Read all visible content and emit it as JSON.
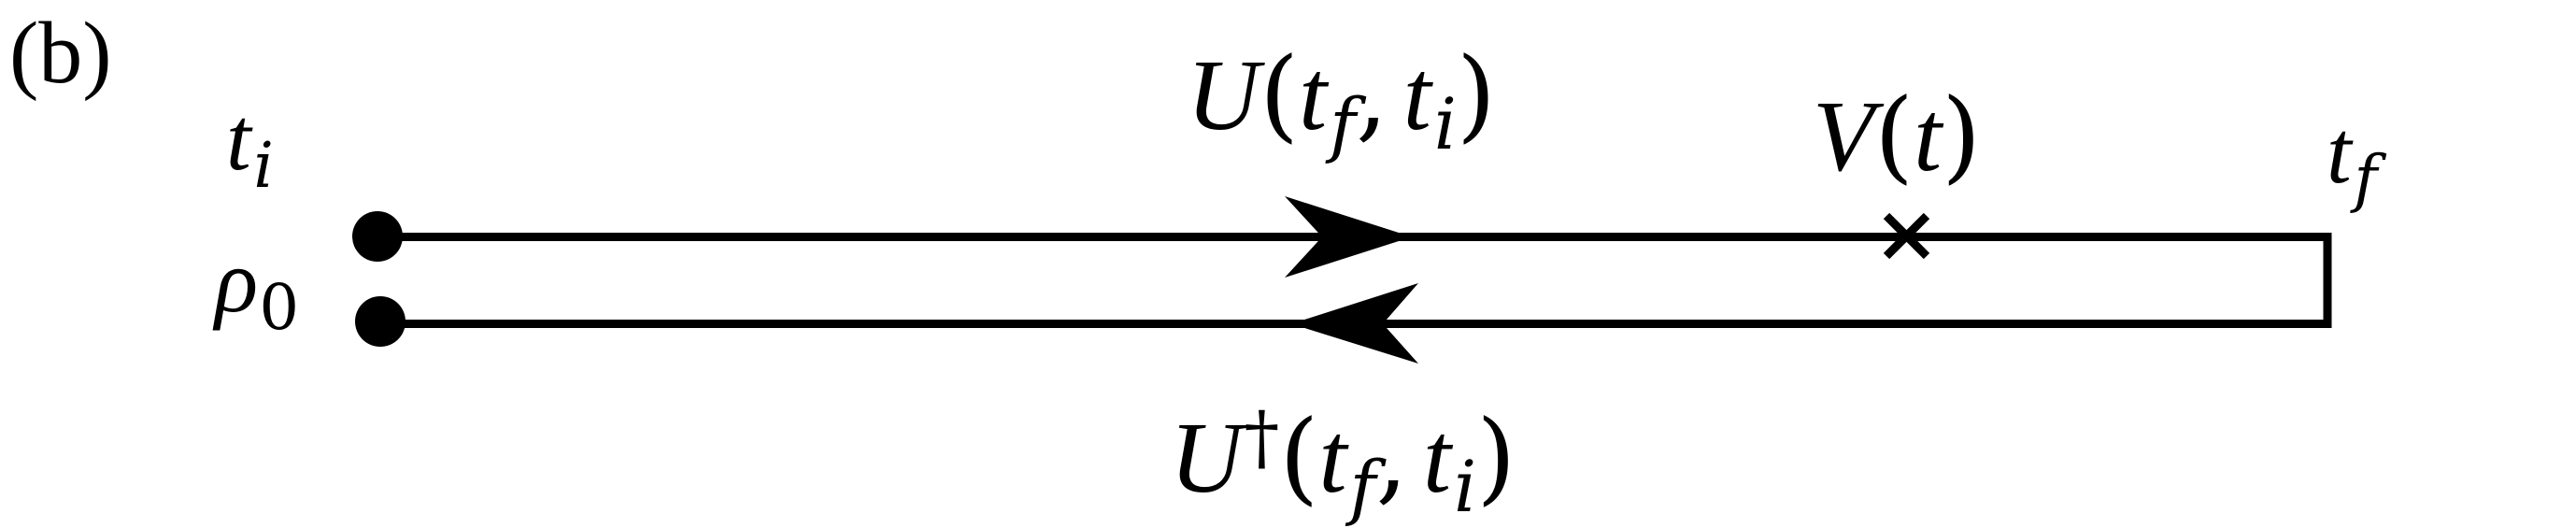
{
  "panel_label": "(b)",
  "colors": {
    "stroke": "#000000",
    "background": "#ffffff"
  },
  "labels": {
    "t_initial": {
      "base": "t",
      "sub": "i"
    },
    "rho_initial": {
      "base": "ρ",
      "sub": "0"
    },
    "forward_evolution": {
      "op": "U",
      "open": "(",
      "arg1_base": "t",
      "arg1_sub": "f",
      "sep": ",",
      "arg2_base": "t",
      "arg2_sub": "i",
      "close": ")"
    },
    "backward_evolution": {
      "op": "U",
      "dagger": "†",
      "open": "(",
      "arg1_base": "t",
      "arg1_sub": "f",
      "sep": ",",
      "arg2_base": "t",
      "arg2_sub": "i",
      "close": ")"
    },
    "perturbation": {
      "op": "V",
      "open": "(",
      "arg": "t",
      "close": ")"
    },
    "t_final": {
      "base": "t",
      "sub": "f"
    }
  },
  "contour": {
    "upper_branch": {
      "direction": "forward",
      "arrow": "right-arrow"
    },
    "lower_branch": {
      "direction": "backward",
      "arrow": "left-arrow"
    },
    "start_points": [
      "upper-dot",
      "lower-dot"
    ],
    "vertex_marker": "cross-mark",
    "turning_point": "t_f"
  }
}
